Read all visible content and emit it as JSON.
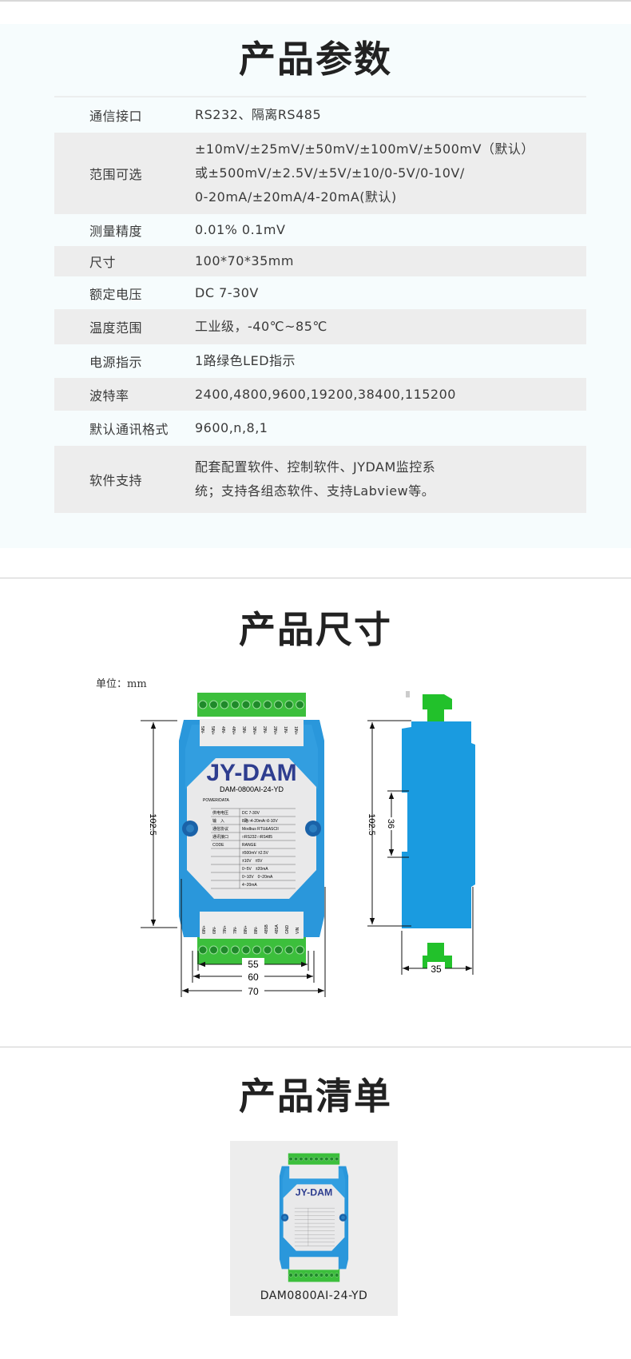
{
  "params": {
    "title": "产品参数",
    "rows": [
      {
        "key": "通信接口",
        "lines": [
          "RS232、隔离RS485"
        ]
      },
      {
        "key": "范围可选",
        "lines": [
          "±10mV/±25mV/±50mV/±100mV/±500mV（默认）",
          "或±500mV/±2.5V/±5V/±10/0-5V/0-10V/",
          "0-20mA/±20mA/4-20mA(默认)"
        ]
      },
      {
        "key": "测量精度",
        "lines": [
          "0.01% 0.1mV"
        ]
      },
      {
        "key": "尺寸",
        "lines": [
          "100*70*35mm"
        ]
      },
      {
        "key": "额定电压",
        "lines": [
          "DC 7-30V"
        ]
      },
      {
        "key": "温度范围",
        "lines": [
          "工业级，-40℃~85℃"
        ]
      },
      {
        "key": "电源指示",
        "lines": [
          "1路绿色LED指示"
        ]
      },
      {
        "key": "波特率",
        "lines": [
          "2400,4800,9600,19200,38400,115200"
        ]
      },
      {
        "key": "默认通讯格式",
        "lines": [
          "9600,n,8,1"
        ]
      },
      {
        "key": "软件支持",
        "lines": [
          "配套配置软件、控制软件、JYDAM监控系",
          "统；支持各组态软件、支持Labview等。"
        ]
      }
    ]
  },
  "dimensions": {
    "title": "产品尺寸",
    "unit": "单位：mm",
    "height_front": "102.5",
    "height_side": "102.5",
    "rail": "36",
    "width_55": "55",
    "width_60": "60",
    "width_70": "70",
    "depth": "35",
    "device": {
      "brand": "JY-DAM",
      "model": "DAM-0800AI-24-YD",
      "led_label": "POWER/DATA",
      "top_terminals": [
        "5IN-",
        "5IN+",
        "4IN-",
        "4IN+",
        "3IN-",
        "3IN+",
        "2IN-",
        "2IN+",
        "1IN-",
        "1IN+"
      ],
      "bottom_terminals": [
        "6IN+",
        "6IN-",
        "7IN+",
        "7IN-",
        "8IN+",
        "8IN-",
        "485B",
        "485A",
        "GND",
        "VIN"
      ],
      "label_rows": [
        [
          "供电电压",
          "DC 7-30V"
        ],
        [
          "输　入",
          "8路□4-20mA□0-10V"
        ],
        [
          "通信协议",
          "Modbus RTU&ASCII"
        ],
        [
          "通讯接口",
          "□RS232 □RS485"
        ],
        [
          "CODE",
          "RANGE"
        ],
        [
          "",
          "±500mV ±2.5V"
        ],
        [
          "",
          "±10V　±5V"
        ],
        [
          "",
          "0~5V　±20mA"
        ],
        [
          "",
          "0~10V　0~20mA"
        ],
        [
          "",
          "4~20mA"
        ]
      ]
    },
    "colors": {
      "body": "#2a97db",
      "terminal": "#3cbf3c",
      "label": "#e9e9ea",
      "brand": "#2e3d8f"
    }
  },
  "list": {
    "title": "产品清单",
    "caption": "DAM0800AI-24-YD"
  }
}
